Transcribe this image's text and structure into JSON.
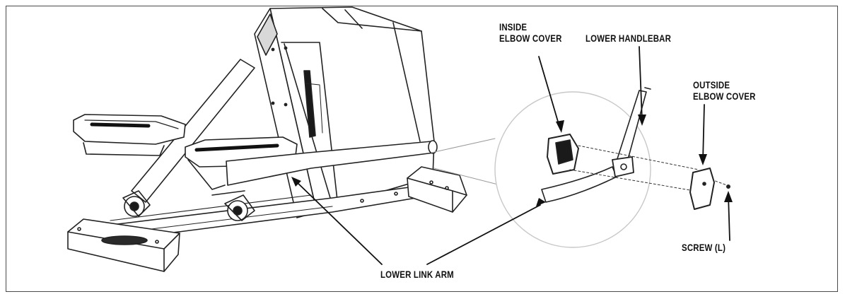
{
  "callouts": {
    "inside_elbow_cover": [
      "INSIDE",
      "ELBOW COVER"
    ],
    "lower_handlebar": "LOWER HANDLEBAR",
    "outside_elbow_cover": [
      "OUTSIDE",
      "ELBOW COVER"
    ],
    "screw": "SCREW (L)",
    "lower_link_arm": "LOWER LINK ARM"
  },
  "colors": {
    "ink": "#111111",
    "line": "#222222",
    "detail_circle": "#c8c8c8",
    "border": "#4a4a4a"
  }
}
